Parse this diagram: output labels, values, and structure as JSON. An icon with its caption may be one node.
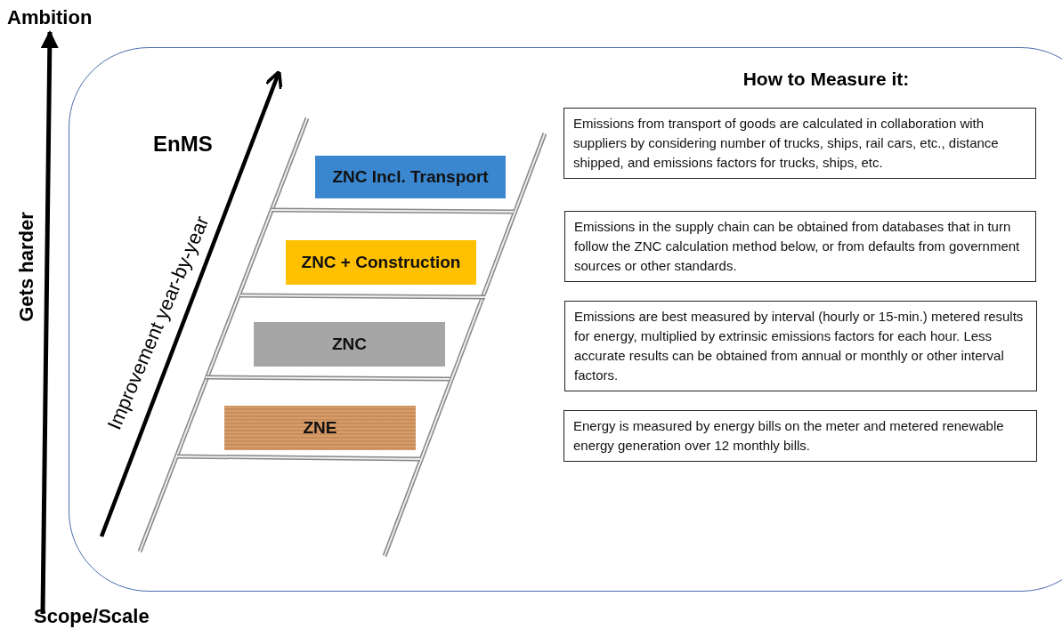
{
  "diagram": {
    "nodes": [
      {
        "text": [
          "How to Measure it:"
        ]
      },
      {
        "text": [
          "ZNC Incl. Transport"
        ],
        "in": 0
      },
      {
        "text": [
          "ZNC + Construction"
        ],
        "in": 0
      },
      {
        "text": [
          "ZNC"
        ],
        "in": 0
      },
      {
        "text": [
          "ZNE"
        ],
        "in": 0
      },
      {
        "text": [
          "Emissions from transport of goods are calculated in collaboration with suppliers by considering number of trucks, ships, rail cars, etc., distance shipped, and emissions factors for trucks, ships, etc."
        ],
        "in": 0
      },
      {
        "text": [
          "Emissions in the supply chain can be obtained from databases that in turn follow the ZNC calculation method below, or from defaults from government sources or other standards."
        ],
        "in": 0
      },
      {
        "text": [
          "Emissions are best measured by interval (hourly or 15-min.) metered results for energy, multiplied by extrinsic emissions factors for each hour. Less accurate results can be obtained from annual or monthly or other interval factors."
        ],
        "in": 0
      },
      {
        "text": [
          "Energy is measured by energy bills on the meter and metered renewable energy generation over 12 monthly bills."
        ],
        "in": 0
      }
    ],
    "labels": [
      "Ambition",
      "Gets harder",
      "Scope/Scale",
      "EnMS",
      "Improvement year-by-year"
    ]
  }
}
